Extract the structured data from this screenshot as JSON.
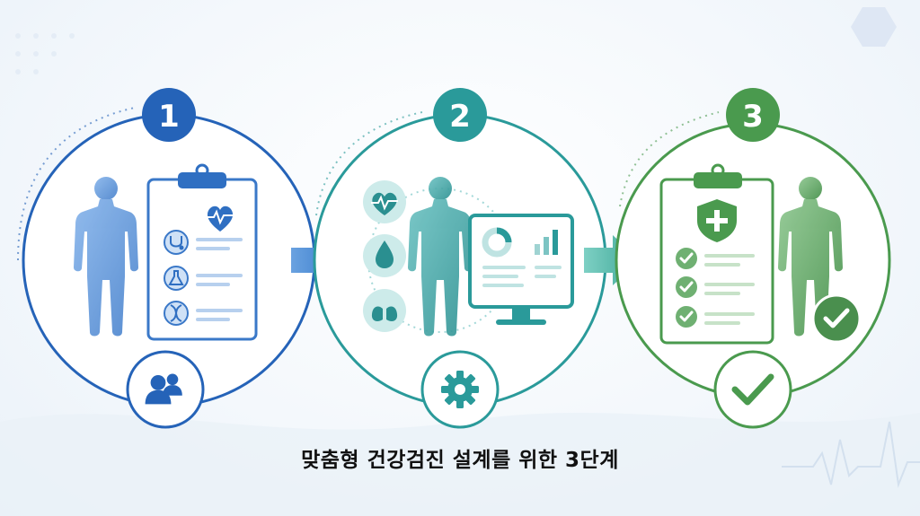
{
  "caption": "맞춤형 건강검진 설계를 위한 3단계",
  "steps": [
    {
      "number": "1",
      "color": "#2563b8",
      "icons": [
        "user-group-icon",
        "stethoscope-icon",
        "flask-icon",
        "dna-icon",
        "heart-pulse-icon",
        "human-figure-icon",
        "clipboard-icon"
      ]
    },
    {
      "number": "2",
      "color": "#2a9a9a",
      "icons": [
        "gear-icon",
        "heart-pulse-icon",
        "blood-drop-icon",
        "lungs-icon",
        "human-figure-icon",
        "monitor-chart-icon"
      ]
    },
    {
      "number": "3",
      "color": "#4a9a4e",
      "icons": [
        "checkmark-icon",
        "shield-cross-icon",
        "checklist-icon",
        "human-figure-icon",
        "check-badge-icon"
      ]
    }
  ],
  "colors": {
    "blue": "#2563b8",
    "teal": "#2a9a9a",
    "green": "#4a9a4e",
    "background": "#f4f8fc"
  }
}
